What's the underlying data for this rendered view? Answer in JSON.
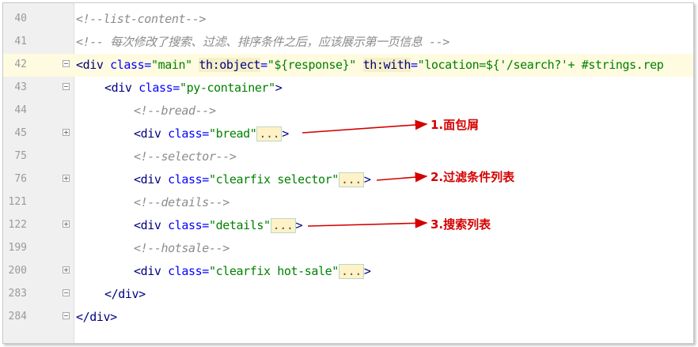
{
  "lines": [
    {
      "num": "40",
      "fold": "",
      "indent": 0
    },
    {
      "num": "41",
      "fold": "",
      "indent": 0
    },
    {
      "num": "42",
      "fold": "minus",
      "indent": 0,
      "highlight": true
    },
    {
      "num": "43",
      "fold": "minus",
      "indent": 1
    },
    {
      "num": "44",
      "fold": "",
      "indent": 2
    },
    {
      "num": "45",
      "fold": "plus",
      "indent": 2
    },
    {
      "num": "75",
      "fold": "",
      "indent": 2
    },
    {
      "num": "76",
      "fold": "plus",
      "indent": 2
    },
    {
      "num": "121",
      "fold": "",
      "indent": 2
    },
    {
      "num": "122",
      "fold": "plus",
      "indent": 2
    },
    {
      "num": "199",
      "fold": "",
      "indent": 2
    },
    {
      "num": "200",
      "fold": "plus",
      "indent": 2
    },
    {
      "num": "283",
      "fold": "minus",
      "indent": 1
    },
    {
      "num": "284",
      "fold": "minus",
      "indent": 0
    }
  ],
  "code": {
    "l40": "<!--list-content-->",
    "l41": "<!-- 每次修改了搜索、过滤、排序条件之后，应该展示第一页信息 -->",
    "l42": {
      "open": "<div ",
      "a1": "class=",
      "v1": "\"main\"",
      "th1": "th:object",
      "eq1": "=",
      "v2": "\"${response}\"",
      "th2": "th:with",
      "eq2": "=",
      "v3": "\"location=${'/search?'+ #strings.rep"
    },
    "l43": {
      "open": "<div ",
      "a1": "class=",
      "v1": "\"py-container\"",
      "close": ">"
    },
    "l44": "<!--bread-->",
    "l45": {
      "open": "<div ",
      "a1": "class=",
      "v1": "\"bread\"",
      "ph": "...",
      "close": ">"
    },
    "l75": "<!--selector-->",
    "l76": {
      "open": "<div ",
      "a1": "class=",
      "v1": "\"clearfix selector\"",
      "ph": "...",
      "close": ">"
    },
    "l121": "<!--details-->",
    "l122": {
      "open": "<div ",
      "a1": "class=",
      "v1": "\"details\"",
      "ph": "...",
      "close": ">"
    },
    "l199": "<!--hotsale-->",
    "l200": {
      "open": "<div ",
      "a1": "class=",
      "v1": "\"clearfix hot-sale\"",
      "ph": "...",
      "close": ">"
    },
    "l283": "</div>",
    "l284": "</div>"
  },
  "annotations": {
    "a1": "1.面包屑",
    "a2": "2.过滤条件列表",
    "a3": "3.搜索列表"
  },
  "colors": {
    "annotation": "#d40000",
    "tag": "#000080",
    "attr": "#0000ff",
    "value": "#008000",
    "comment": "#8c8c8c"
  }
}
